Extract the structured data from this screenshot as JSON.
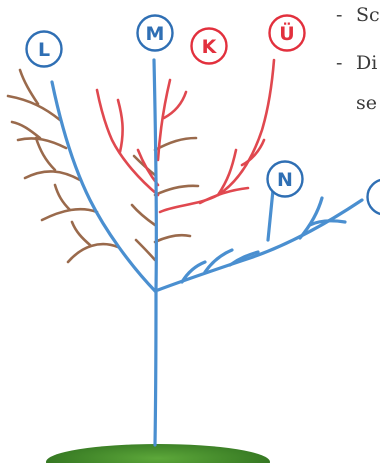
{
  "labels": {
    "L": "L",
    "M": "M",
    "K": "K",
    "U": "Ü",
    "N": "N"
  },
  "side_text": {
    "dash1": "-",
    "line1": "Sc",
    "dash2": "-",
    "line2": "Di",
    "line3": "se"
  },
  "colors": {
    "blue_branch": "#4a8fd0",
    "red_branch": "#e0484f",
    "brown_branch": "#9a6a4c",
    "blue_badge": "#2f6fb4",
    "red_badge": "#e2303d",
    "grass": "#3f8a2a"
  }
}
